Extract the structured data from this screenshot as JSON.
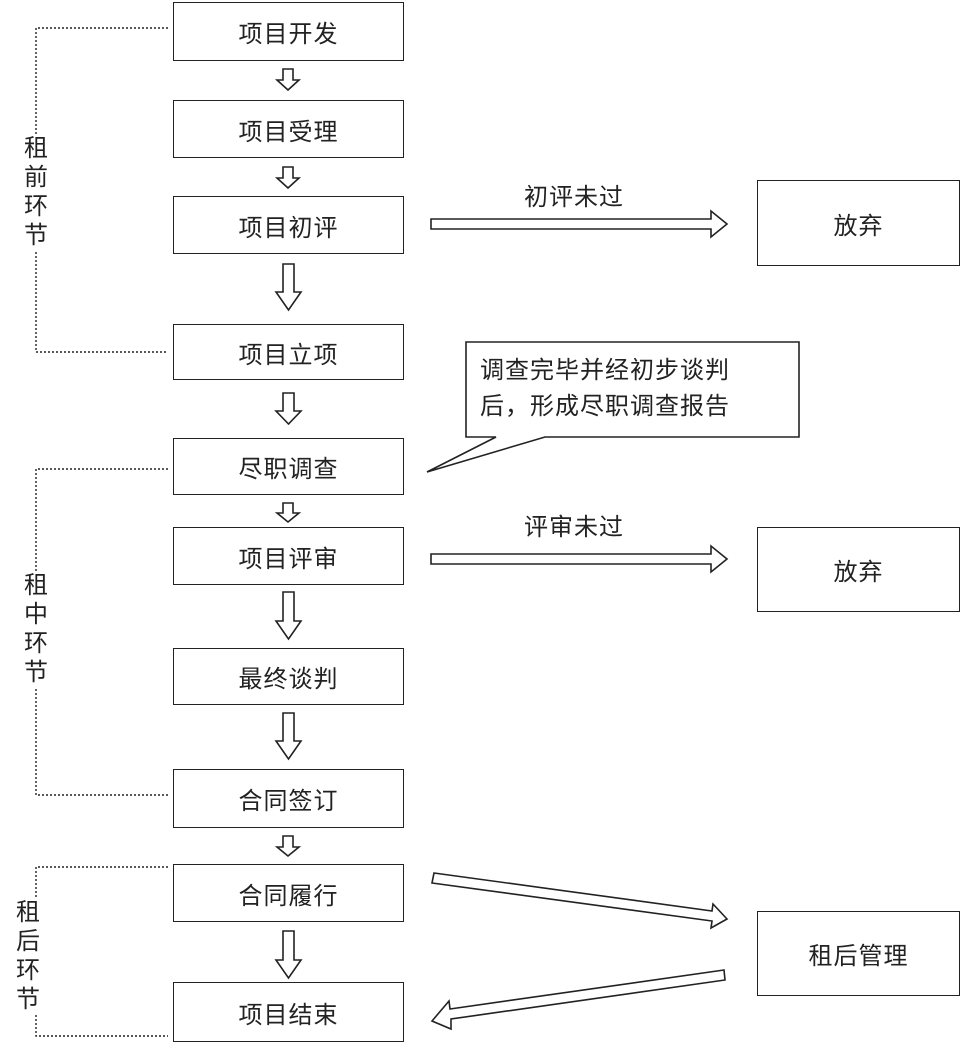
{
  "steps": [
    {
      "id": "s1",
      "label": "项目开发"
    },
    {
      "id": "s2",
      "label": "项目受理"
    },
    {
      "id": "s3",
      "label": "项目初评"
    },
    {
      "id": "s4",
      "label": "项目立项"
    },
    {
      "id": "s5",
      "label": "尽职调查"
    },
    {
      "id": "s6",
      "label": "项目评审"
    },
    {
      "id": "s7",
      "label": "最终谈判"
    },
    {
      "id": "s8",
      "label": "合同签订"
    },
    {
      "id": "s9",
      "label": "合同履行"
    },
    {
      "id": "s10",
      "label": "项目结束"
    }
  ],
  "side_nodes": {
    "abandon_1": "放弃",
    "abandon_2": "放弃",
    "post_lease_mgmt": "租后管理"
  },
  "edge_labels": {
    "initial_review_failed": "初评未过",
    "review_failed": "评审未过"
  },
  "callout": {
    "line1": "调查完毕并经初步谈判",
    "line2": "后，形成尽职调查报告"
  },
  "phases": [
    {
      "label": [
        "租",
        "前",
        "环",
        "节"
      ]
    },
    {
      "label": [
        "租",
        "中",
        "环",
        "节"
      ]
    },
    {
      "label": [
        "租",
        "后",
        "环",
        "节"
      ]
    }
  ],
  "colors": {
    "stroke": "#222222",
    "background": "#ffffff"
  }
}
